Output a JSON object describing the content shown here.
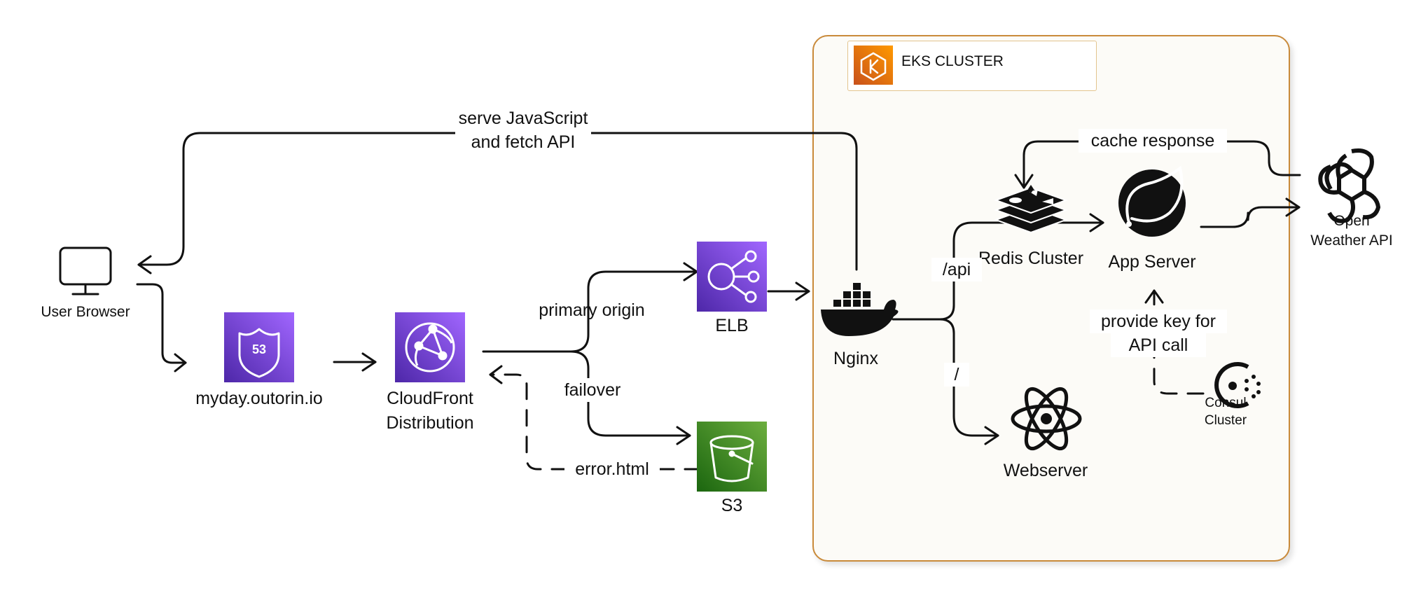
{
  "cluster": {
    "title": "EKS CLUSTER"
  },
  "nodes": {
    "browser": "User Browser",
    "route53_label": "myday.outorin.io",
    "route53_badge": "53",
    "cloudfront_l1": "CloudFront",
    "cloudfront_l2": "Distribution",
    "elb": "ELB",
    "s3": "S3",
    "nginx": "Nginx",
    "redis": "Redis Cluster",
    "app": "App Server",
    "web": "Webserver",
    "consul_l1": "Consul",
    "consul_l2": "Cluster",
    "weather_l1": "Open",
    "weather_l2": "Weather API"
  },
  "edges": {
    "serve_l1": "serve JavaScript",
    "serve_l2": "and fetch API",
    "primary": "primary origin",
    "failover": "failover",
    "error": "error.html",
    "api": "/api",
    "root": "/",
    "cache": "cache response",
    "key_l1": "provide key for",
    "key_l2": "API call"
  },
  "colors": {
    "route53": "#7b3fe4",
    "cloudfront": "#7b3fe4",
    "elb": "#7b3fe4",
    "s3": "#3f8624",
    "eks": "#e8651a",
    "cluster_border": "#c98a3a"
  },
  "icons": [
    "monitor-icon",
    "route53-icon",
    "cloudfront-icon",
    "elb-icon",
    "s3-bucket-icon",
    "docker-icon",
    "redis-icon",
    "spring-icon",
    "react-icon",
    "consul-icon",
    "openai-icon",
    "eks-icon"
  ]
}
